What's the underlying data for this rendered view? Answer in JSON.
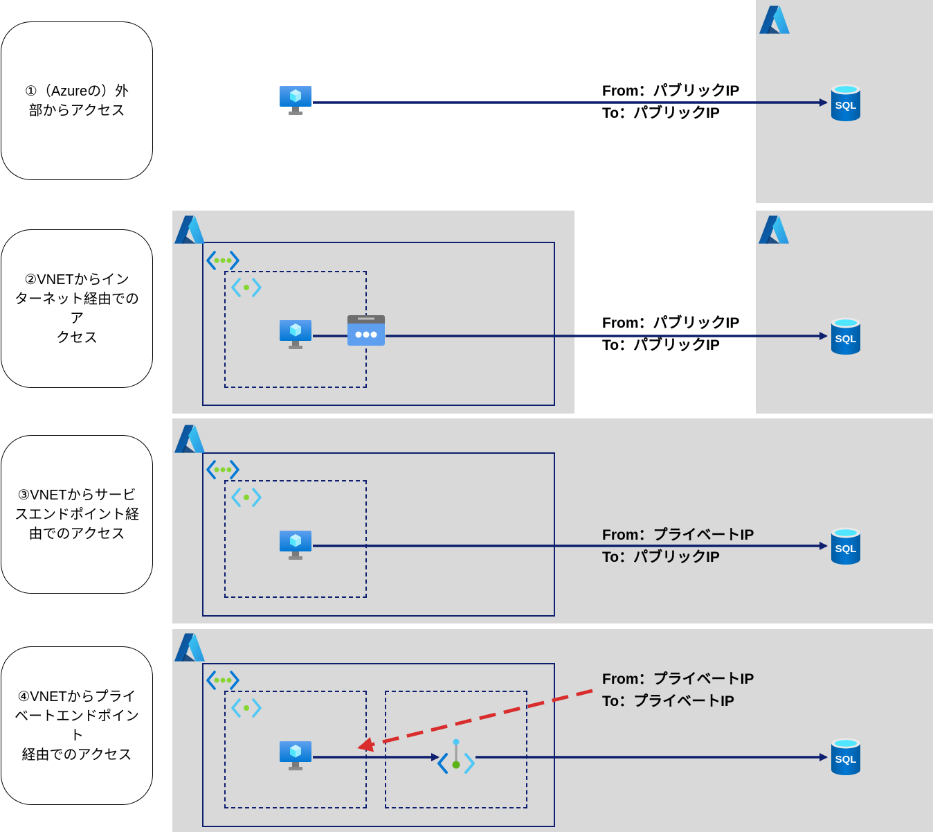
{
  "scenarios": [
    {
      "label": "①（Azureの）外\n部からアクセス",
      "from": "From：パブリックIP",
      "to": "To：パブリックIP"
    },
    {
      "label": "②VNETからイン\nターネット経由でのア\nクセス",
      "from": "From：パブリックIP",
      "to": "To：パブリックIP"
    },
    {
      "label": "③VNETからサービ\nスエンドポイント経\n由でのアクセス",
      "from": "From：プライベートIP",
      "to": "To：パブリックIP"
    },
    {
      "label": "④VNETからプライ\nベートエンドポイント\n経由でのアクセス",
      "from": "From：プライベートIP",
      "to": "To：プライベートIP"
    }
  ],
  "icons": {
    "azure": "azure-logo",
    "vm": "virtual-machine-icon",
    "sql": "sql-database-icon",
    "sql_text": "SQL",
    "vnet": "virtual-network-icon",
    "subnet": "subnet-icon",
    "nat": "public-ip-gateway-icon",
    "private_endpoint": "private-endpoint-icon"
  },
  "colors": {
    "arrow": "#0d1f6e",
    "dashed_arrow": "#d92c2c",
    "region_bg": "#d9d9d9",
    "azure_blue": "#0078d4"
  }
}
